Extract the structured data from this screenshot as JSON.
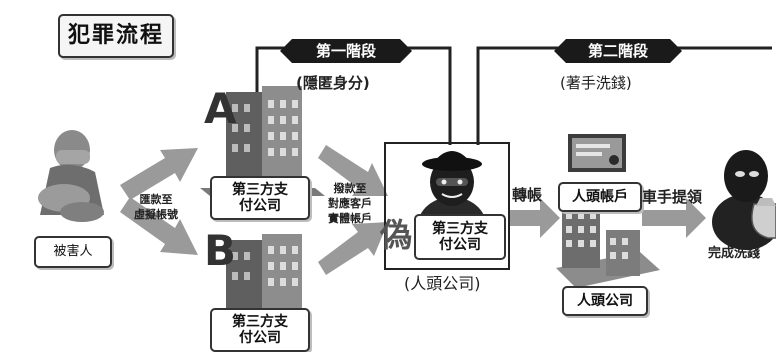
{
  "title": "犯罪流程",
  "stage1": {
    "label": "第一階段",
    "sub": "(隱匿身分)"
  },
  "stage2": {
    "label": "第二階段",
    "sub": "(著手洗錢)"
  },
  "victim": {
    "label": "被害人"
  },
  "arrow_victim_label": "匯款至\n虛擬帳號",
  "company_a": {
    "letter": "A",
    "label": "第三方支\n付公司"
  },
  "company_b": {
    "letter": "B",
    "label": "第三方支\n付公司"
  },
  "arrow_transfer_label": "撥款至\n對應客戶\n實體帳戶",
  "fake": {
    "char": "偽",
    "label": "第三方支\n付公司",
    "caption": "(人頭公司)"
  },
  "transfer_label": "轉帳",
  "nominee_account": {
    "label": "人頭帳戶"
  },
  "nominee_company": {
    "label": "人頭公司"
  },
  "withdraw_label": "車手提領",
  "complete_label": "完成洗錢"
}
